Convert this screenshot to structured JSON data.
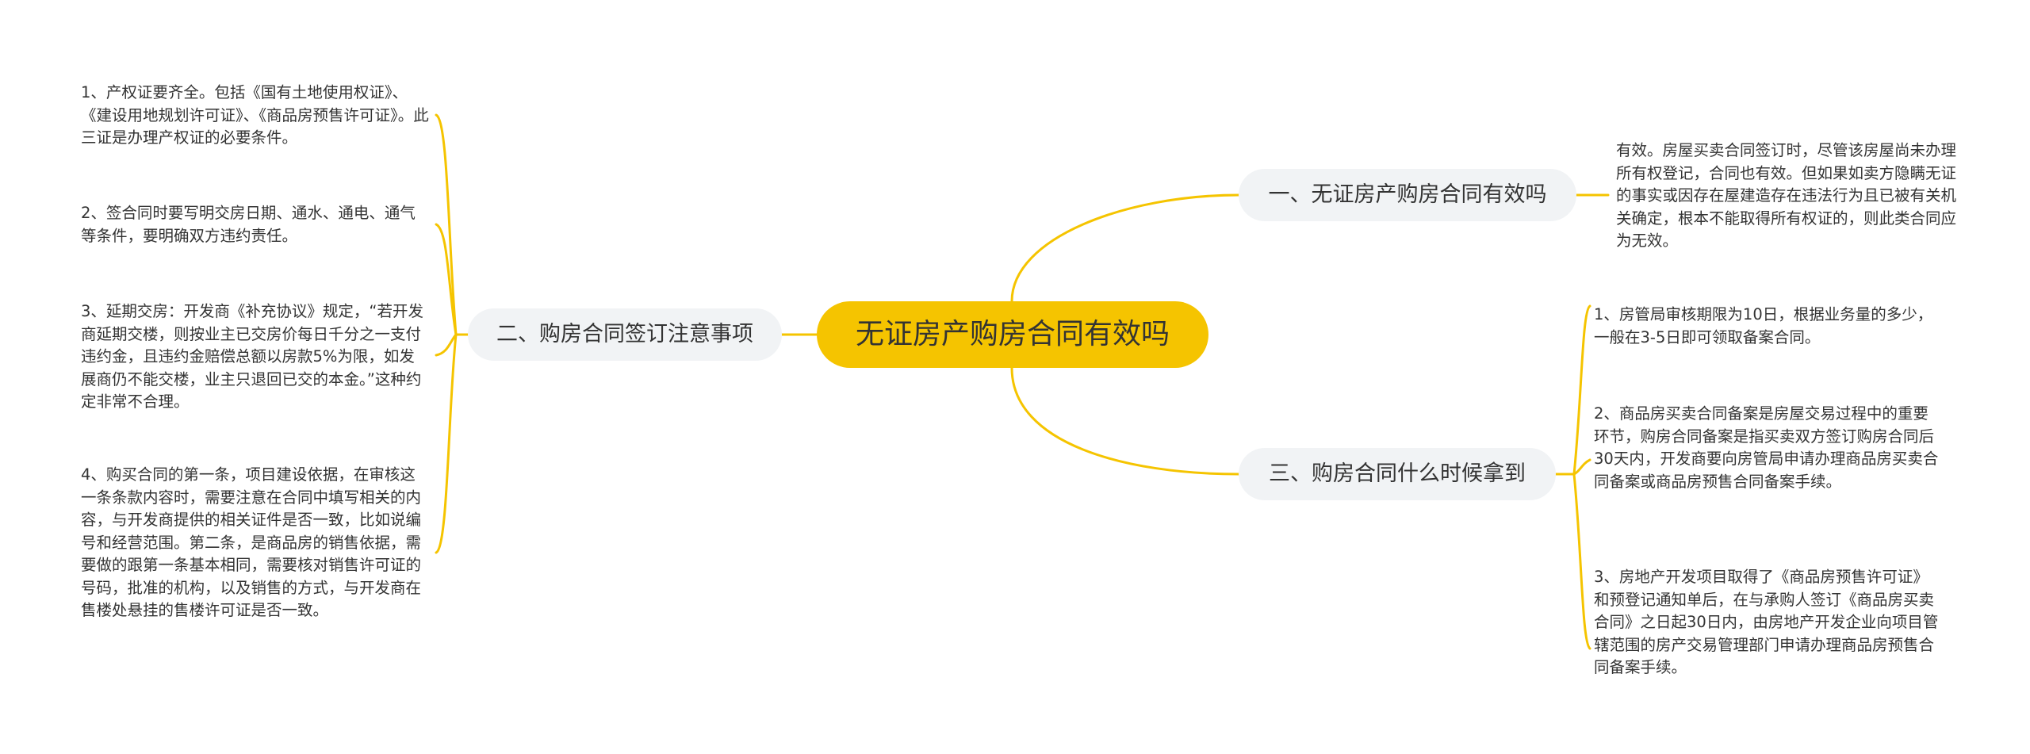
{
  "colors": {
    "accent": "#f5c400",
    "branch_bg": "#f1f3f5",
    "text": "#333333"
  },
  "root": {
    "label": "无证房产购房合同有效吗"
  },
  "branches": [
    {
      "label": "一、无证房产购房合同有效吗",
      "leaves": [
        "有效。房屋买卖合同签订时，尽管该房屋尚未办理所有权登记，合同也有效。但如果如卖方隐瞒无证的事实或因存在屋建造存在违法行为且已被有关机关确定，根本不能取得所有权证的，则此类合同应为无效。"
      ]
    },
    {
      "label": "二、购房合同签订注意事项",
      "leaves": [
        "1、产权证要齐全。包括《国有土地使用权证》、《建设用地规划许可证》、《商品房预售许可证》。此三证是办理产权证的必要条件。",
        "2、签合同时要写明交房日期、通水、通电、通气等条件，要明确双方违约责任。",
        "3、延期交房：开发商《补充协议》规定，“若开发商延期交楼，则按业主已交房价每日千分之一支付违约金，且违约金赔偿总额以房款5%为限，如发展商仍不能交楼，业主只退回已交的本金。”这种约定非常不合理。",
        "4、购买合同的第一条，项目建设依据，在审核这一条条款内容时，需要注意在合同中填写相关的内容，与开发商提供的相关证件是否一致，比如说编号和经营范围。第二条，是商品房的销售依据，需要做的跟第一条基本相同，需要核对销售许可证的号码，批准的机构，以及销售的方式，与开发商在售楼处悬挂的售楼许可证是否一致。"
      ]
    },
    {
      "label": "三、购房合同什么时候拿到",
      "leaves": [
        "1、房管局审核期限为10日，根据业务量的多少，一般在3-5日即可领取备案合同。",
        "2、商品房买卖合同备案是房屋交易过程中的重要环节，购房合同备案是指买卖双方签订购房合同后30天内，开发商要向房管局申请办理商品房买卖合同备案或商品房预售合同备案手续。",
        "3、房地产开发项目取得了《商品房预售许可证》和预登记通知单后，在与承购人签订《商品房买卖合同》之日起30日内，由房地产开发企业向项目管辖范围的房产交易管理部门申请办理商品房预售合同备案手续。"
      ]
    }
  ]
}
